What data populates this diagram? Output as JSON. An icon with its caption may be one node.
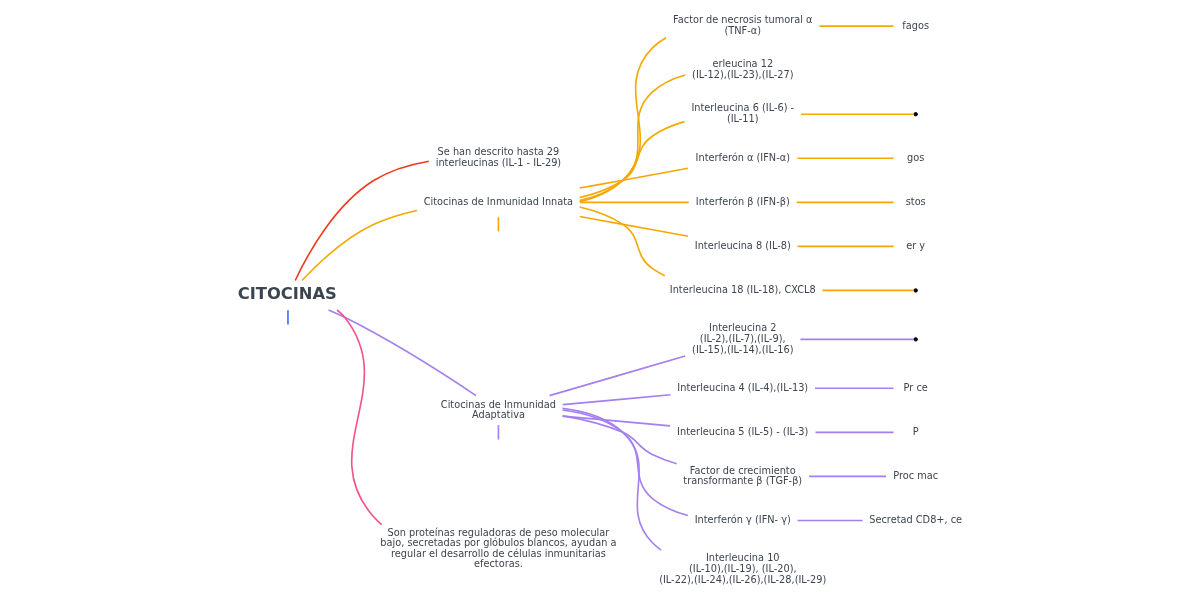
{
  "diagram": {
    "nodes": [
      {
        "text": [
          "CITOCINAS"
        ]
      },
      {
        "text": [
          "Se han descrito hasta 29 interleucinas (IL-1 - IL-29)"
        ]
      },
      {
        "text": [
          "Citocinas de Inmunidad Innata"
        ]
      },
      {
        "text": [
          "Citocinas de Inmunidad Adaptativa"
        ]
      },
      {
        "text": [
          "Son proteínas reguladoras de peso molecular bajo, secretadas por glóbulos blancos, ayudan a regular el desarrollo de células inmunitarias efectoras."
        ]
      },
      {
        "text": [
          "Factor de necrosis tumoral α (TNF-α)"
        ]
      },
      {
        "text": [
          "erleucina 12 (IL-12),(IL-23),(IL-27)"
        ]
      },
      {
        "text": [
          "Interleucina 6 (IL-6) - (IL-11)"
        ]
      },
      {
        "text": [
          "Interferón α (IFN-α)"
        ]
      },
      {
        "text": [
          "Interferón β (IFN-β)"
        ]
      },
      {
        "text": [
          "Interleucina 8 (IL-8)"
        ]
      },
      {
        "text": [
          "Interleucina 18 (IL-18), CXCL8"
        ]
      },
      {
        "text": [
          "fagos"
        ]
      },
      {
        "text": [
          "gos"
        ]
      },
      {
        "text": [
          "stos"
        ]
      },
      {
        "text": [
          "er y"
        ]
      },
      {
        "text": [
          "Interleucina 2 (IL-2),(IL-7),(IL-9), (IL-15),(IL-14),(IL-16)"
        ]
      },
      {
        "text": [
          "Interleucina 4 (IL-4),(IL-13)"
        ]
      },
      {
        "text": [
          "Interleucina 5 (IL-5) - (IL-3)"
        ]
      },
      {
        "text": [
          "Factor de crecimiento transformante β (TGF-β)"
        ]
      },
      {
        "text": [
          "Interferón γ (IFN- γ)"
        ]
      },
      {
        "text": [
          "Interleucina 10 (IL-10),(IL-19), (IL-20), (IL-22),(IL-24),(IL-26),(IL-28,(IL-29)"
        ]
      },
      {
        "text": [
          "Pr ce"
        ]
      },
      {
        "text": [
          "P"
        ]
      },
      {
        "text": [
          "Proc mac"
        ]
      },
      {
        "text": [
          "Secretad CD8+, ce"
        ]
      }
    ],
    "edges": [
      {
        "from": 0,
        "to": null,
        "arrow": "none",
        "color": "#3d6ef5"
      },
      {
        "from": 0,
        "to": 1,
        "arrow": "none",
        "color": "#f03c1e"
      },
      {
        "from": 0,
        "to": 2,
        "arrow": "none"
      },
      {
        "from": 0,
        "to": 3,
        "arrow": "none",
        "color": "#a57ff0"
      },
      {
        "from": 0,
        "to": 4,
        "arrow": "none",
        "color": "#f0548a"
      },
      {
        "from": 2,
        "to": null,
        "arrow": "none"
      },
      {
        "from": 2,
        "to": 5,
        "arrow": "none"
      },
      {
        "from": 2,
        "to": 6,
        "arrow": "none"
      },
      {
        "from": 2,
        "to": 7,
        "arrow": "none"
      },
      {
        "from": 2,
        "to": 8,
        "arrow": "none"
      },
      {
        "from": 2,
        "to": 9,
        "arrow": "none"
      },
      {
        "from": 2,
        "to": 10,
        "arrow": "none"
      },
      {
        "from": 2,
        "to": 11,
        "arrow": "none"
      },
      {
        "from": 5,
        "to": 12,
        "arrow": "none"
      },
      {
        "from": 7,
        "to": null,
        "arrow": "none"
      },
      {
        "from": 8,
        "to": 13,
        "arrow": "none"
      },
      {
        "from": 9,
        "to": 14,
        "arrow": "none"
      },
      {
        "from": 10,
        "to": 15,
        "arrow": "none"
      },
      {
        "from": 11,
        "to": null,
        "arrow": "none"
      },
      {
        "from": 3,
        "to": 16,
        "arrow": "none",
        "color": "#a57ff0"
      },
      {
        "from": 3,
        "to": 17,
        "arrow": "none",
        "color": "#a57ff0"
      },
      {
        "from": 3,
        "to": 18,
        "arrow": "none",
        "color": "#a57ff0"
      },
      {
        "from": 3,
        "to": 19,
        "arrow": "none",
        "color": "#a57ff0"
      },
      {
        "from": 3,
        "to": 20,
        "arrow": "none",
        "color": "#a57ff0"
      },
      {
        "from": 3,
        "to": 21,
        "arrow": "none",
        "color": "#a57ff0"
      },
      {
        "from": 3,
        "to": null,
        "arrow": "none",
        "color": "#a57ff0"
      },
      {
        "from": 16,
        "to": null,
        "arrow": "none",
        "color": "#a57ff0"
      },
      {
        "from": 17,
        "to": 22,
        "arrow": "none",
        "color": "#a57ff0"
      },
      {
        "from": 18,
        "to": 23,
        "arrow": "none",
        "color": "#a57ff0"
      },
      {
        "from": 19,
        "to": 24,
        "arrow": "none",
        "color": "#a57ff0"
      },
      {
        "from": 20,
        "to": 25,
        "arrow": "none",
        "color": "#a57ff0"
      }
    ]
  }
}
